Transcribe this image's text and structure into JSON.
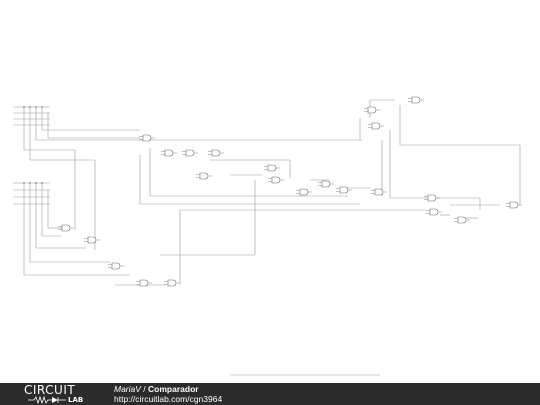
{
  "footer": {
    "logo_top": "CIRCUIT",
    "logo_bottom": "LAB",
    "author": "MariaV",
    "separator": " / ",
    "project": "Comparador",
    "url": "http://circuitlab.com/cgn3964"
  },
  "diagram": {
    "gate_labels": [
      "AND",
      "AND",
      "AND",
      "AND",
      "AND",
      "AND",
      "AND",
      "AND",
      "AND",
      "AND",
      "AND",
      "AND",
      "AND",
      "AND",
      "AND",
      "AND",
      "AND",
      "AND"
    ]
  }
}
